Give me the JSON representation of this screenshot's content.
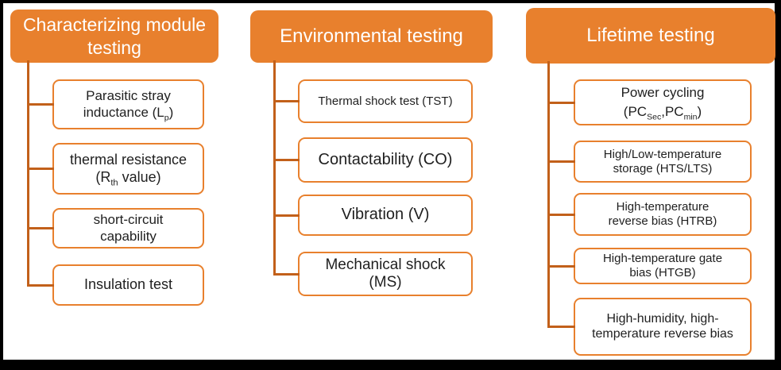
{
  "palette": {
    "orange": "#E8802D",
    "connector": "#C2601A",
    "header_text": "#FFFFFF",
    "item_text": "#1F1F1F",
    "frame": "#000000",
    "bg": "#FFFFFF"
  },
  "columns": [
    {
      "id": "characterizing-module-testing",
      "header": "Characterizing module testing",
      "items": [
        {
          "text": "Parasitic stray inductance (Lp)",
          "lines": [
            [
              {
                "t": "Parasitic stray"
              }
            ],
            [
              {
                "t": "inductance (L"
              },
              {
                "t": "p",
                "sub": true
              },
              {
                "t": ")"
              }
            ]
          ]
        },
        {
          "text": "thermal resistance (Rth value)",
          "lines": [
            [
              {
                "t": "thermal resistance"
              }
            ],
            [
              {
                "t": "(R"
              },
              {
                "t": "th",
                "sub": true
              },
              {
                "t": " value)"
              }
            ]
          ]
        },
        {
          "text": "short-circuit capability",
          "lines": [
            [
              {
                "t": "short-circuit"
              }
            ],
            [
              {
                "t": "capability"
              }
            ]
          ]
        },
        {
          "text": "Insulation test",
          "lines": [
            [
              {
                "t": "Insulation test"
              }
            ]
          ]
        }
      ]
    },
    {
      "id": "environmental-testing",
      "header": "Environmental testing",
      "items": [
        {
          "text": "Thermal shock test (TST)",
          "lines": [
            [
              {
                "t": "Thermal shock test (TST)"
              }
            ]
          ]
        },
        {
          "text": "Contactability (CO)",
          "lines": [
            [
              {
                "t": "Contactability (CO)"
              }
            ]
          ]
        },
        {
          "text": "Vibration (V)",
          "lines": [
            [
              {
                "t": "Vibration (V)"
              }
            ]
          ]
        },
        {
          "text": "Mechanical shock (MS)",
          "lines": [
            [
              {
                "t": "Mechanical shock"
              }
            ],
            [
              {
                "t": "(MS)"
              }
            ]
          ]
        }
      ]
    },
    {
      "id": "lifetime-testing",
      "header": "Lifetime testing",
      "items": [
        {
          "text": "Power cycling (PCSec,PCmin)",
          "lines": [
            [
              {
                "t": "Power cycling"
              }
            ],
            [
              {
                "t": "(PC"
              },
              {
                "t": "Sec",
                "sub": true
              },
              {
                "t": ",PC"
              },
              {
                "t": "min",
                "sub": true
              },
              {
                "t": ")"
              }
            ]
          ]
        },
        {
          "text": "High/Low-temperature storage (HTS/LTS)",
          "lines": [
            [
              {
                "t": "High/Low-temperature"
              }
            ],
            [
              {
                "t": "storage (HTS/LTS)"
              }
            ]
          ]
        },
        {
          "text": "High-temperature reverse bias (HTRB)",
          "lines": [
            [
              {
                "t": "High-temperature"
              }
            ],
            [
              {
                "t": "reverse bias (HTRB)"
              }
            ]
          ]
        },
        {
          "text": "High-temperature gate bias (HTGB)",
          "lines": [
            [
              {
                "t": "High-temperature gate"
              }
            ],
            [
              {
                "t": "bias (HTGB)"
              }
            ]
          ]
        },
        {
          "text": "High-humidity, high-temperature reverse bias",
          "lines": [
            [
              {
                "t": "High-humidity, high-"
              }
            ],
            [
              {
                "t": "temperature reverse bias"
              }
            ]
          ]
        }
      ]
    }
  ]
}
